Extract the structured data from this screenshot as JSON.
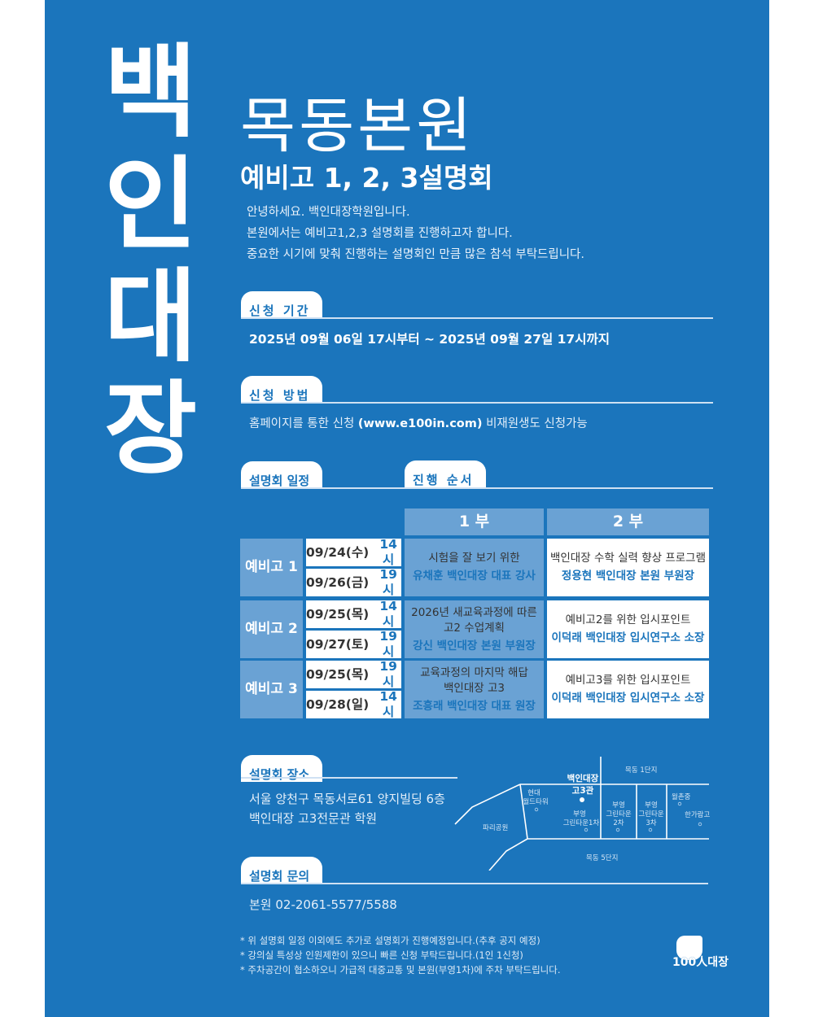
{
  "brand_vertical": [
    "백",
    "인",
    "대",
    "장"
  ],
  "campus": "목동본원",
  "title": "예비고 1, 2, 3설명회",
  "intro": [
    "안녕하세요. 백인대장학원입니다.",
    "본원에서는 예비고1,2,3 설명회를 진행하고자 합니다.",
    "중요한 시기에 맞춰 진행하는 설명회인 만큼 많은 참석 부탁드립니다."
  ],
  "period": {
    "label": "신청 기간",
    "value": "2025년 09월 06일 17시부터 ~ 2025년 09월 27일 17시까지"
  },
  "method": {
    "label": "신청 방법",
    "pre": "홈페이지를 통한 신청 ",
    "url": "(www.e100in.com)",
    "post": " 비재원생도 신청가능"
  },
  "schedule": {
    "label": "설명회 일정",
    "order_label": "진행 순서",
    "headers": [
      "1 부",
      "2 부"
    ],
    "groups": [
      {
        "name": "예비고 1",
        "dates": [
          {
            "d": "09/24(수)",
            "h": "14시"
          },
          {
            "d": "09/26(금)",
            "h": "19시"
          }
        ],
        "part1": {
          "lines": [
            "시험을 잘 보기 위한"
          ],
          "speaker": "유채훈 백인대장 대표 강사"
        },
        "part2": {
          "lines": [
            "백인대장 수학 실력 향상 프로그램"
          ],
          "speaker": "정용현 백인대장 본원 부원장"
        }
      },
      {
        "name": "예비고 2",
        "dates": [
          {
            "d": "09/25(목)",
            "h": "14시"
          },
          {
            "d": "09/27(토)",
            "h": "19시"
          }
        ],
        "part1": {
          "lines": [
            "2026년 새교육과정에 따른",
            "고2 수업계획"
          ],
          "speaker": "강신 백인대장 본원 부원장"
        },
        "part2": {
          "lines": [
            "예비고2를 위한 입시포인트"
          ],
          "speaker": "이덕래 백인대장 입시연구소 소장"
        }
      },
      {
        "name": "예비고 3",
        "dates": [
          {
            "d": "09/25(목)",
            "h": "19시"
          },
          {
            "d": "09/28(일)",
            "h": "14시"
          }
        ],
        "part1": {
          "lines": [
            "교육과정의 마지막 해답",
            "백인대장 고3"
          ],
          "speaker": "조흥래 백인대장 대표 원장"
        },
        "part2": {
          "lines": [
            "예비고3를 위한 입시포인트"
          ],
          "speaker": "이덕래 백인대장 입시연구소 소장"
        }
      }
    ]
  },
  "location": {
    "label": "설명회 장소",
    "lines": [
      "서울 양천구 목동서로61 양지빌딩 6층",
      "백인대장 고3전문관 학원"
    ]
  },
  "map": {
    "target": [
      "백인대장",
      "고3관"
    ],
    "labels": [
      "목동 1단지",
      "현대",
      "월드타워",
      "파리공원",
      "부영",
      "그린타운1차",
      "부영",
      "그린타운",
      "2차",
      "부영",
      "그린타운",
      "3차",
      "월촌중",
      "한가람고",
      "목동 5단지"
    ]
  },
  "contact": {
    "label": "설명회 문의",
    "value": "본원 02-2061-5577/5588"
  },
  "notes": [
    "* 위 설명회 일정 이외에도 추가로 설명회가 진행예정입니다.(추후 공지 예정)",
    "* 강의실 특성상 인원제한이 있으니 빠른 신청 부탁드립니다.(1인 1신청)",
    "* 주차공간이 협소하오니 가급적 대중교통 및 본원(부영1차)에 주차 부탁드립니다."
  ],
  "logo": "100人대장",
  "colors": {
    "primary": "#1b75bc",
    "cell": "#6aa2d4",
    "white": "#ffffff"
  }
}
